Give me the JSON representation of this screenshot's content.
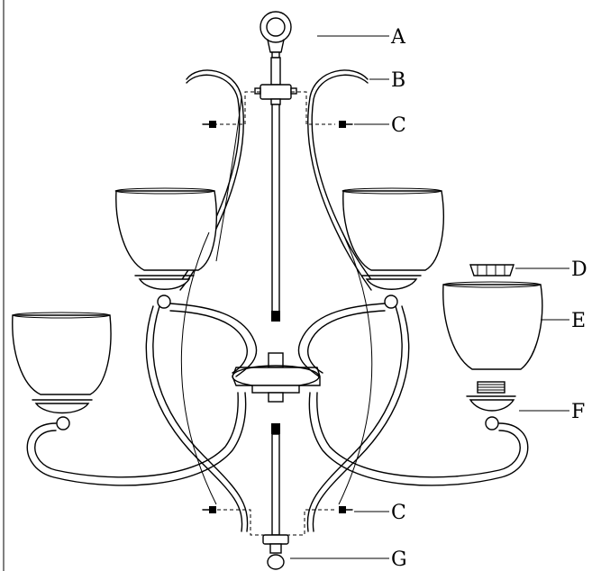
{
  "diagram": {
    "labels": {
      "a": "A",
      "b": "B",
      "c_upper": "C",
      "d": "D",
      "e": "E",
      "f": "F",
      "c_lower": "C",
      "g": "G"
    }
  }
}
